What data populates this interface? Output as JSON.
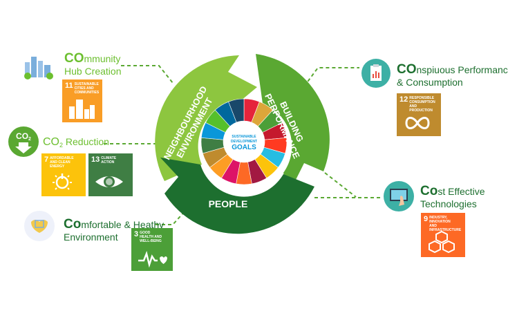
{
  "segments": {
    "top_left": "NEIGHBOURHOOD ENVIRONMENT",
    "top_right": "BUILDING PERFORMANCE",
    "bottom": "PEOPLE"
  },
  "center_logo": {
    "line1": "SUSTAINABLE",
    "line2": "DEVELOPMENT",
    "line3": "GOALS"
  },
  "labels": {
    "community": {
      "co": "CO",
      "rest1": "mmunity",
      "rest2": "Hub Creation"
    },
    "co2": {
      "co": "CO",
      "sub": "2",
      "rest": " Reduction"
    },
    "comfortable": {
      "co": "Co",
      "rest1": "mfortable & Heathy",
      "rest2": "Environment"
    },
    "conspicuous": {
      "co": "CO",
      "rest1": "nspiuous Performance",
      "rest2": "& Consumption"
    },
    "cost": {
      "co": "Co",
      "rest1": "st Effective",
      "rest2": "Technologies"
    }
  },
  "badge_co2": {
    "co": "CO",
    "sub": "2"
  },
  "tiles": [
    {
      "num": "11",
      "title": "SUSTAINABLE CITIES AND COMMUNITIES",
      "color": "#f99d26"
    },
    {
      "num": "7",
      "title": "AFFORDABLE AND CLEAN ENERGY",
      "color": "#fcc30b"
    },
    {
      "num": "13",
      "title": "CLIMATE ACTION",
      "color": "#3f7e44"
    },
    {
      "num": "3",
      "title": "GOOD HEALTH AND WELL-BEING",
      "color": "#4c9f38"
    },
    {
      "num": "12",
      "title": "RESPONSIBLE CONSUMPTION AND PRODUCTION",
      "color": "#bf8b2e"
    },
    {
      "num": "9",
      "title": "INDUSTRY, INNOVATION AND INFRASTRUCTURE",
      "color": "#fd6925"
    }
  ],
  "colors": {
    "light_green": "#8dc63f",
    "mid_green": "#5aa832",
    "dark_green": "#1d6f2f",
    "label_green": "#6cbf2f"
  },
  "icons": [
    "city-icon",
    "co2-arrow-icon",
    "comfort-icon",
    "clipboard-icon",
    "touchscreen-icon"
  ]
}
